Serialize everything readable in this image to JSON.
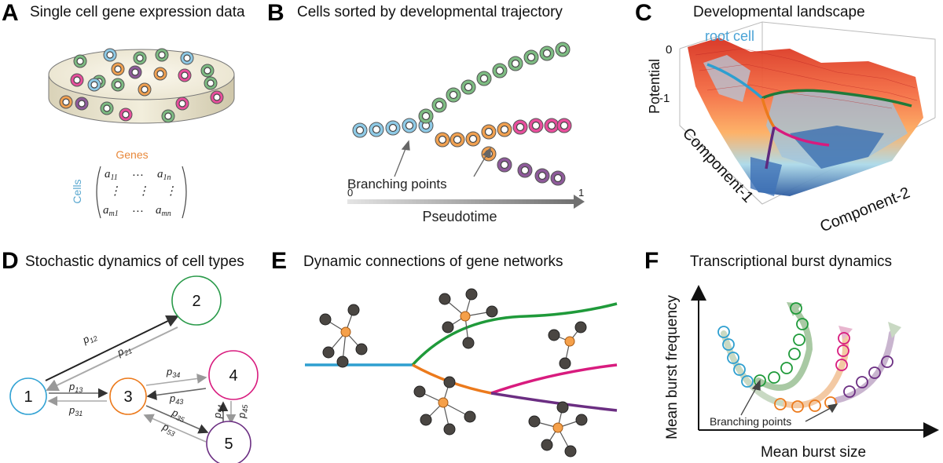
{
  "colors": {
    "blue": "#8ecae6",
    "blue_line": "#2e9fd0",
    "green": "#7dbb82",
    "green_line": "#1f9a3a",
    "orange": "#f0a050",
    "orange_line": "#ec7a1c",
    "pink": "#e84e9c",
    "pink_line": "#d81b7e",
    "purple": "#8e5a9a",
    "purple_line": "#6b2e82",
    "arrow_gray": "#999999",
    "arrow_dark": "#222222"
  },
  "panel_a": {
    "label": "A",
    "title": "Single cell gene expression data",
    "genes_label": "Genes",
    "cells_label": "Cells",
    "matrix": {
      "a11": "a",
      "a11_sub": "11",
      "a1n": "a",
      "a1n_sub": "1n",
      "am1": "a",
      "am1_sub": "m1",
      "amn": "a",
      "amn_sub": "mn",
      "hdots": "…",
      "vdots": "⋮"
    }
  },
  "panel_b": {
    "label": "B",
    "title": "Cells sorted by developmental trajectory",
    "branching_label": "Branching points",
    "axis_start": "0",
    "axis_end": "1",
    "axis_label": "Pseudotime"
  },
  "panel_c": {
    "label": "C",
    "title": "Developmental landscape",
    "root_label": "root cell",
    "zlabel": "Potential",
    "z_ticks": [
      "0",
      "-1"
    ],
    "xlabel": "Component-1",
    "ylabel": "Component-2"
  },
  "panel_d": {
    "label": "D",
    "title": "Stochastic dynamics of cell types",
    "nodes": [
      "1",
      "2",
      "3",
      "4",
      "5"
    ],
    "edges": {
      "p12": "p",
      "p12_sub": "12",
      "p21": "p",
      "p21_sub": "21",
      "p13": "p",
      "p13_sub": "13",
      "p31": "p",
      "p31_sub": "31",
      "p34": "p",
      "p34_sub": "34",
      "p43": "p",
      "p43_sub": "43",
      "p35": "p",
      "p35_sub": "35",
      "p53": "p",
      "p53_sub": "53",
      "p45": "p",
      "p45_sub": "45",
      "p54": "p",
      "p54_sub": "54"
    }
  },
  "panel_e": {
    "label": "E",
    "title": "Dynamic connections of gene networks"
  },
  "panel_f": {
    "label": "F",
    "title": "Transcriptional burst dynamics",
    "ylabel": "Mean burst frequency",
    "xlabel": "Mean burst size",
    "branching_label": "Branching points"
  }
}
